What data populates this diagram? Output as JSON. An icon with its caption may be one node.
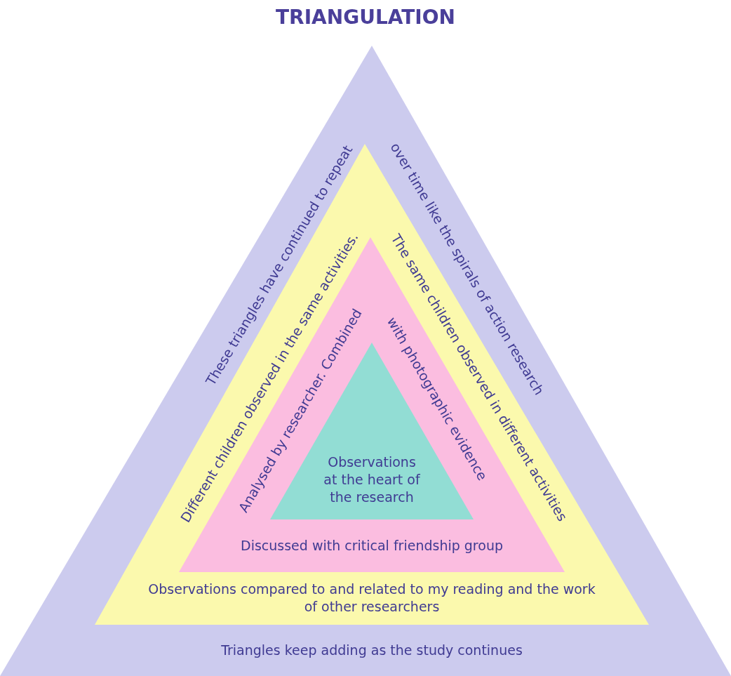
{
  "diagram": {
    "title": "TRIANGULATION",
    "nodes": [
      {
        "text": [
          "These triangles have continued to repeat",
          "over time like the spirals of action research",
          "Triangles keep adding as the study continues"
        ]
      },
      {
        "text": [
          "Different children observed in the same activities.",
          "The same children observed in different activities",
          "Observations compared to and related to my reading and the work of other researchers"
        ],
        "in": 0
      },
      {
        "text": [
          "Analysed by researcher.  Combined",
          "with photographic evidence",
          "Discussed with critical friendship group"
        ],
        "in": 1
      },
      {
        "text": [
          "Observations at the heart of the research"
        ],
        "in": 2
      }
    ]
  }
}
